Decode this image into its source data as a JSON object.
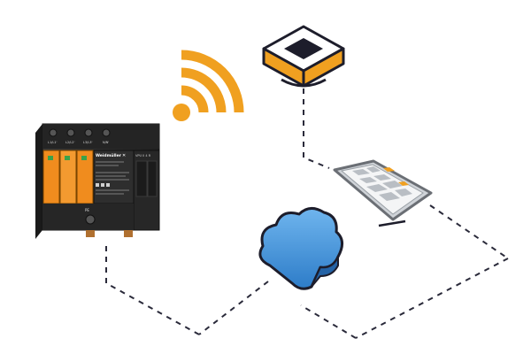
{
  "device": {
    "brand": "Weidmüller",
    "terminals": [
      "L1/L1'",
      "L2/L2'",
      "L3/L3'",
      "N/N'"
    ],
    "bottom_terminal": "PE",
    "model_code": "VPU II 4 R"
  },
  "colors": {
    "accent": "#f0a020",
    "device_body": "#2b2b2b",
    "module_orange": "#f08c1e",
    "cloud": "#3d8fd6",
    "line": "#2a2a3a"
  },
  "icons": [
    "wifi-icon",
    "module-icon",
    "tablet-icon",
    "cloud-icon"
  ]
}
